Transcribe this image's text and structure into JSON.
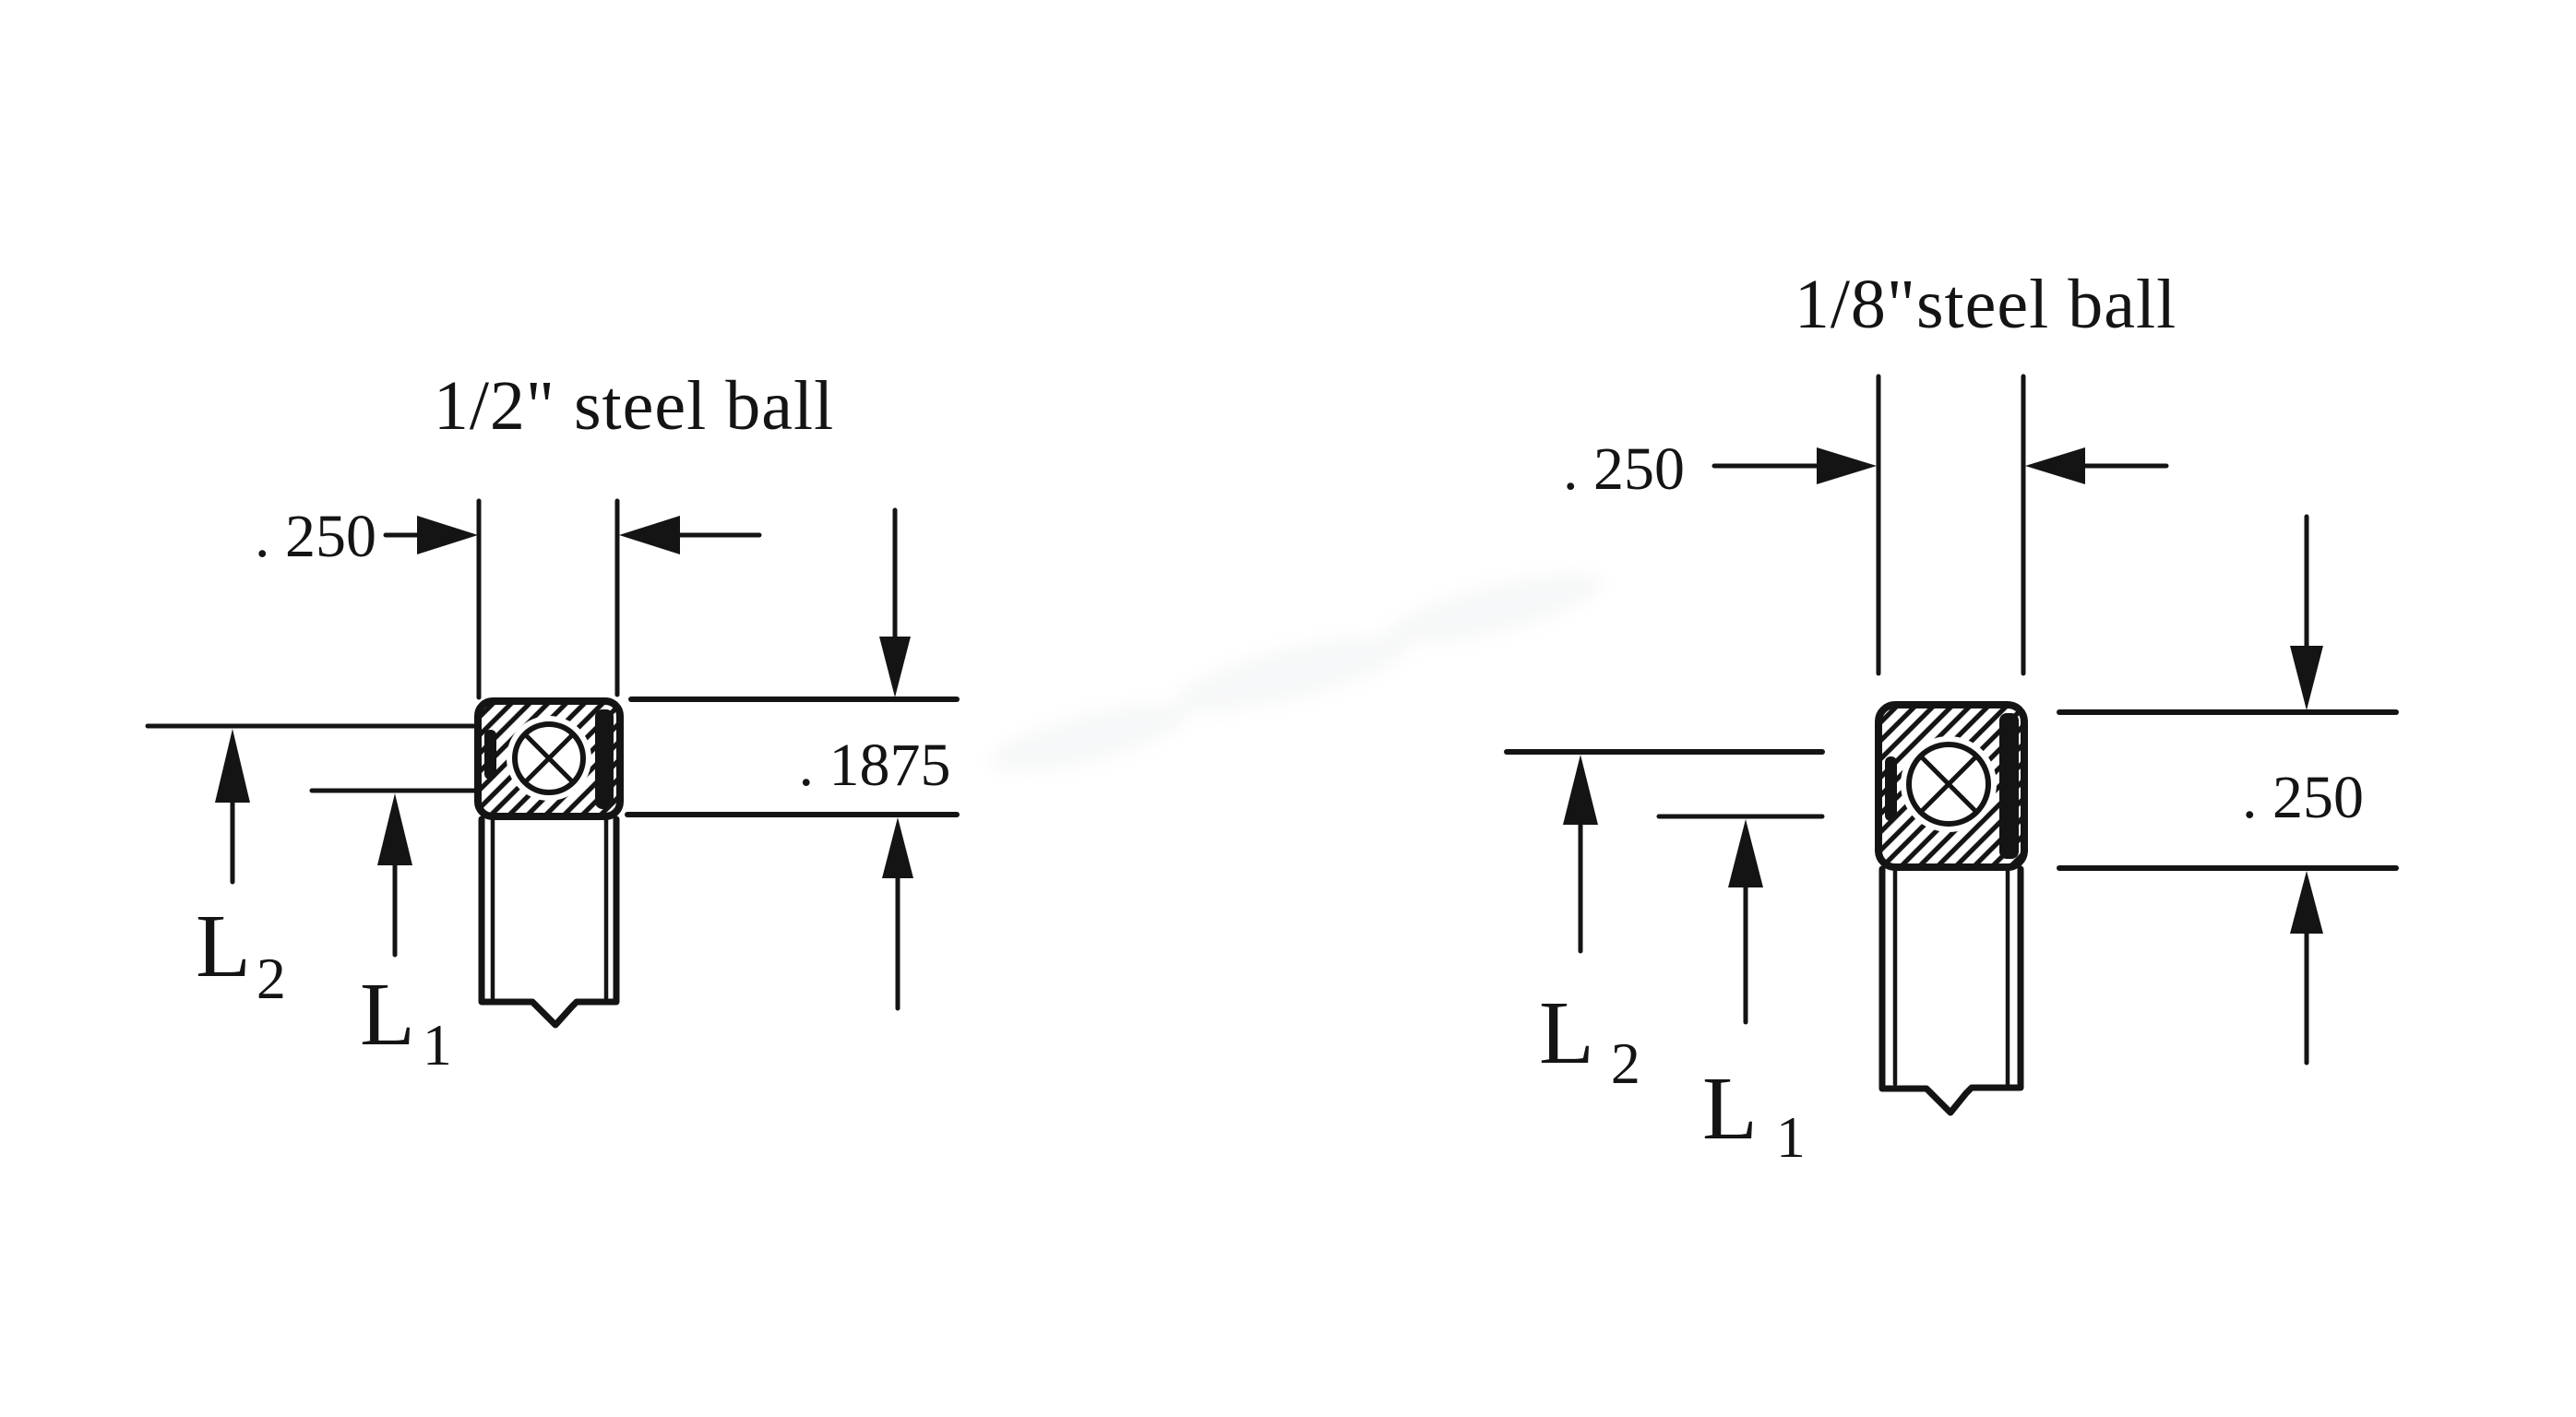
{
  "colors": {
    "ink": "#141414",
    "background": "#ffffff"
  },
  "diagram_left": {
    "title": "1/2\" steel ball",
    "width_dim": ". 250",
    "height_dim": ". 1875",
    "l2_base": "L",
    "l2_sub": "2",
    "l1_base": "L",
    "l1_sub": "1"
  },
  "diagram_right": {
    "title": "1/8\"steel ball",
    "width_dim": ". 250",
    "height_dim": ". 250",
    "l2_base": "L",
    "l2_sub": "2",
    "l1_base": "L",
    "l1_sub": "1"
  }
}
